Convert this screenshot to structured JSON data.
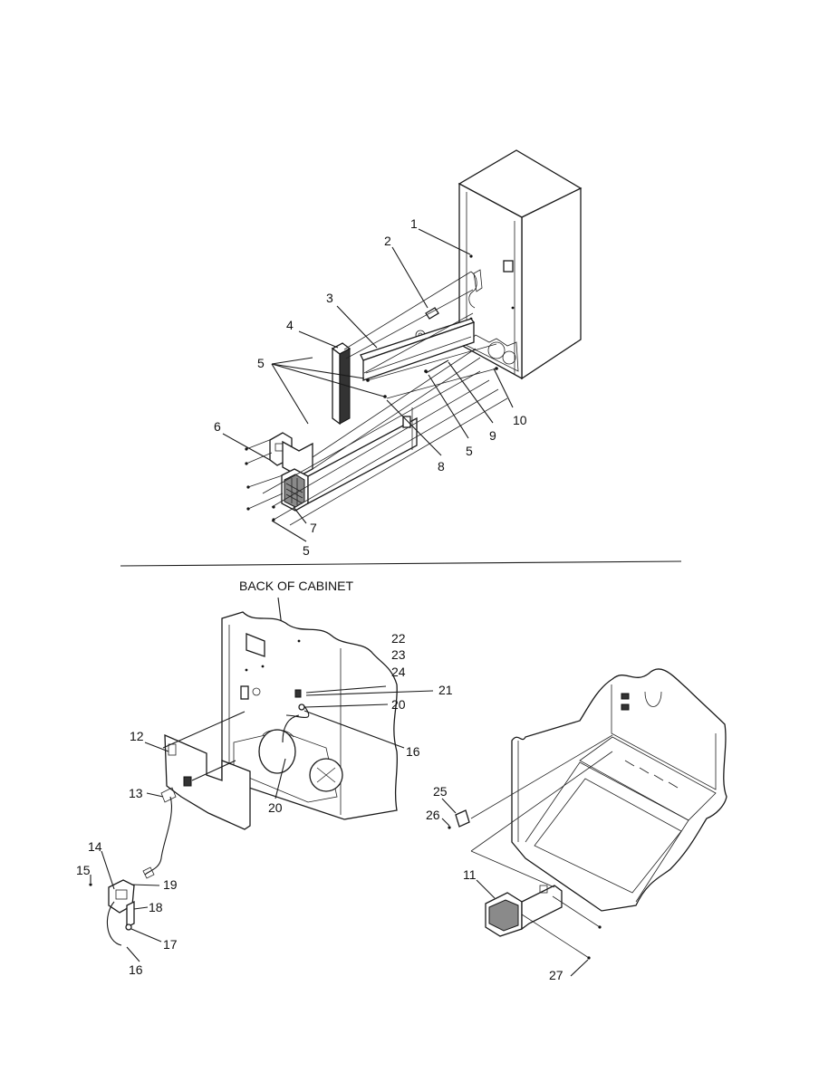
{
  "diagram": {
    "heading": "BACK OF CABINET",
    "labels_top": {
      "l1": "1",
      "l2": "2",
      "l3": "3",
      "l4": "4",
      "l5a": "5",
      "l6": "6",
      "l7": "7",
      "l8": "8",
      "l5b": "5",
      "l9": "9",
      "l10": "10",
      "l5c": "5"
    },
    "labels_bottom_left": {
      "l22": "22",
      "l23": "23",
      "l24": "24",
      "l21": "21",
      "l20a": "20",
      "l16a": "16",
      "l12": "12",
      "l13": "13",
      "l20b": "20",
      "l14": "14",
      "l15": "15",
      "l19": "19",
      "l18": "18",
      "l17": "17",
      "l16b": "16"
    },
    "labels_bottom_right": {
      "l25": "25",
      "l26": "26",
      "l11": "11",
      "l27": "27"
    }
  }
}
